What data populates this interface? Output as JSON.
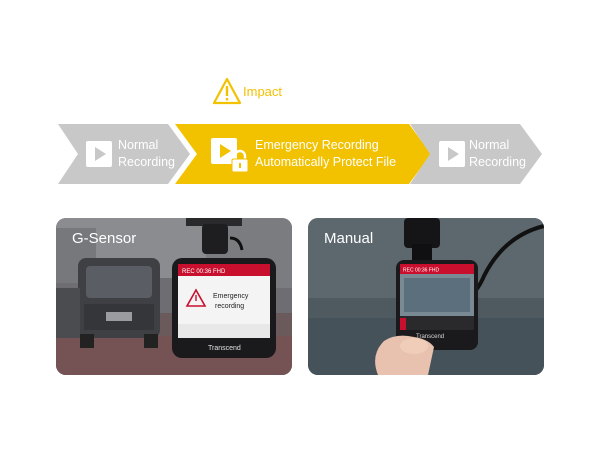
{
  "impact": {
    "label": "Impact",
    "icon": "warning-triangle-icon",
    "color": "#f2c100"
  },
  "flow": {
    "steps": [
      {
        "line1": "Normal",
        "line2": "Recording",
        "icon": "play-icon",
        "color": "#c8c8c8"
      },
      {
        "line1": "Emergency Recording",
        "line2": "Automatically Protect File",
        "icon": "play-lock-icon",
        "color": "#f2c100"
      },
      {
        "line1": "Normal",
        "line2": "Recording",
        "icon": "play-icon",
        "color": "#c8c8c8"
      }
    ]
  },
  "cards": [
    {
      "title": "G-Sensor",
      "device": {
        "status": "REC 00:36 FHD",
        "alert_line1": "Emergency",
        "alert_line2": "recording",
        "brand": "Transcend"
      }
    },
    {
      "title": "Manual",
      "device": {
        "status": "REC 00:36 FHD",
        "brand": "Transcend"
      }
    }
  ]
}
